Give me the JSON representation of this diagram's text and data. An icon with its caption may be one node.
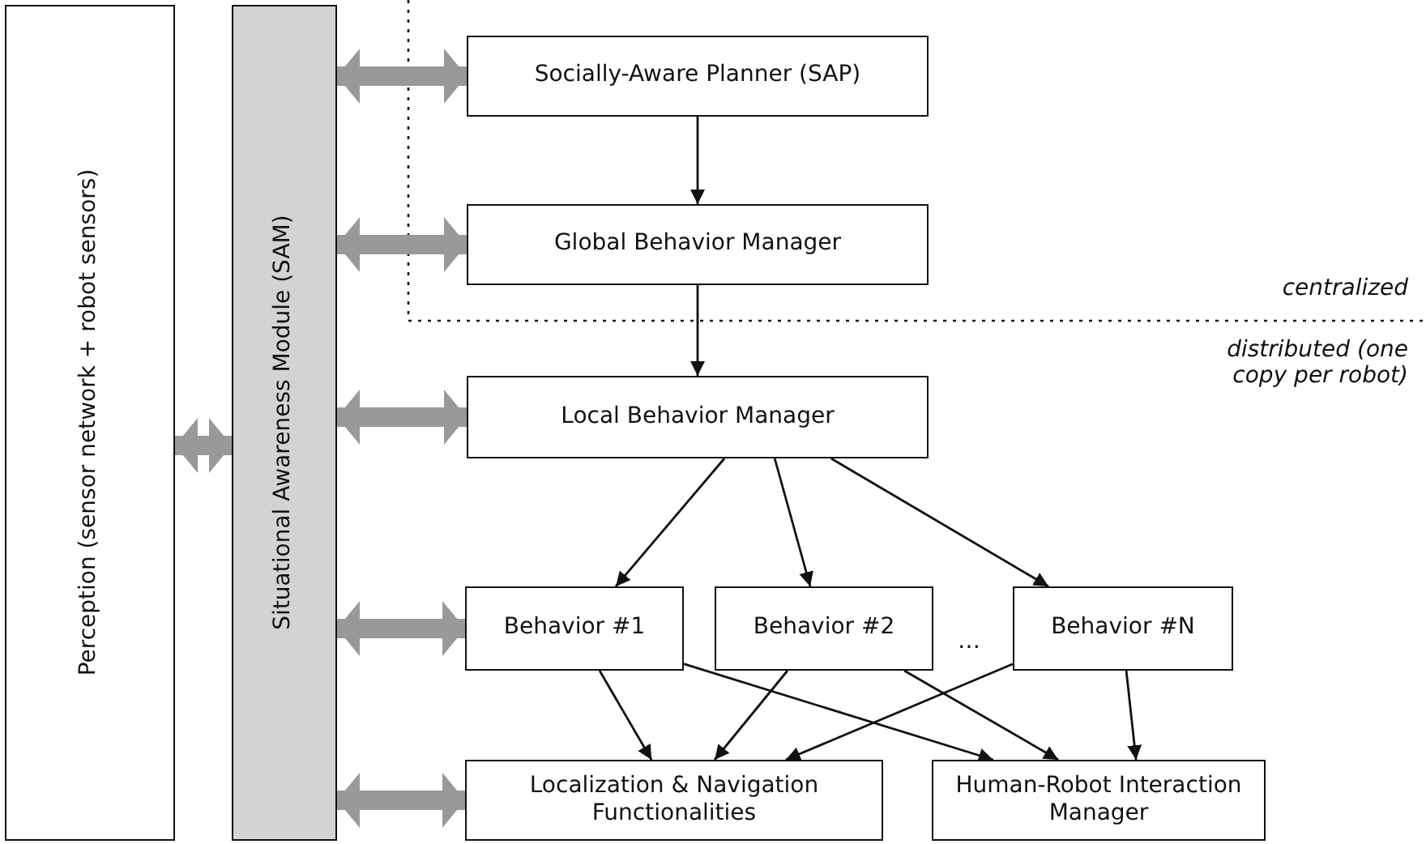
{
  "diagram": {
    "nodes": [
      {
        "text": [
          "Perception (sensor network + robot sensors)"
        ]
      },
      {
        "text": [
          "Situational Awareness Module (SAM)"
        ]
      },
      {
        "text": [
          "Socially-Aware Planner (SAP)"
        ]
      },
      {
        "text": [
          "Global Behavior Manager"
        ]
      },
      {
        "text": [
          "Local Behavior Manager"
        ]
      },
      {
        "text": [
          "Behavior #1"
        ]
      },
      {
        "text": [
          "Behavior #2"
        ]
      },
      {
        "text": [
          "Behavior #N"
        ]
      },
      {
        "text": [
          "Localization & Navigation Functionalities"
        ]
      },
      {
        "text": [
          "Human-Robot Interaction Manager"
        ]
      }
    ],
    "edges": [
      {
        "from": 0,
        "to": 1,
        "arrow": "both",
        "style": "thick",
        "color": "#999999"
      },
      {
        "from": 1,
        "to": 2,
        "arrow": "both",
        "style": "thick",
        "color": "#999999"
      },
      {
        "from": 1,
        "to": 3,
        "arrow": "both",
        "style": "thick",
        "color": "#999999"
      },
      {
        "from": 1,
        "to": 4,
        "arrow": "both",
        "style": "thick",
        "color": "#999999"
      },
      {
        "from": 1,
        "to": 5,
        "arrow": "both",
        "style": "thick",
        "color": "#999999"
      },
      {
        "from": 1,
        "to": 8,
        "arrow": "both",
        "style": "thick",
        "color": "#999999"
      },
      {
        "from": 2,
        "to": 3,
        "arrow": "to"
      },
      {
        "from": 3,
        "to": 4,
        "arrow": "to"
      },
      {
        "from": 4,
        "to": 5,
        "arrow": "to"
      },
      {
        "from": 4,
        "to": 6,
        "arrow": "to"
      },
      {
        "from": 4,
        "to": 7,
        "arrow": "to"
      },
      {
        "from": 5,
        "to": 8,
        "arrow": "to"
      },
      {
        "from": 5,
        "to": 9,
        "arrow": "to"
      },
      {
        "from": 6,
        "to": 8,
        "arrow": "to"
      },
      {
        "from": 6,
        "to": 9,
        "arrow": "to"
      },
      {
        "from": 7,
        "to": 8,
        "arrow": "to"
      },
      {
        "from": 7,
        "to": 9,
        "arrow": "to"
      }
    ],
    "labels": [
      "centralized",
      "distributed (one copy per robot)",
      "…"
    ]
  }
}
